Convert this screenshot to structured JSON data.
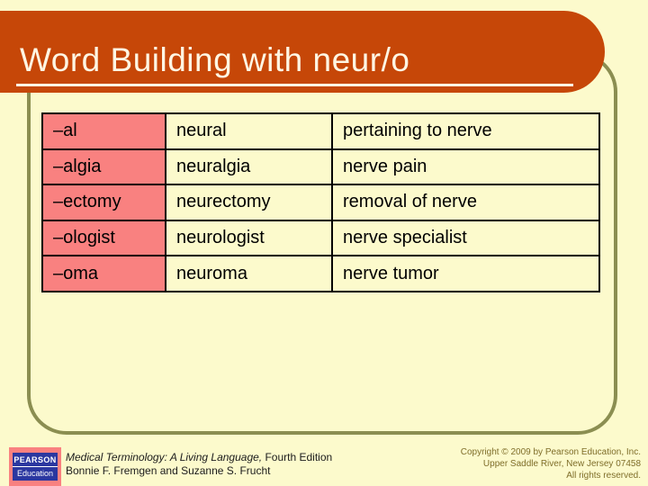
{
  "slide": {
    "title": "Word Building with neur/o"
  },
  "table": {
    "rows": [
      {
        "suffix": "–al",
        "term": "neural",
        "meaning": "pertaining to nerve"
      },
      {
        "suffix": "–algia",
        "term": "neuralgia",
        "meaning": "nerve pain"
      },
      {
        "suffix": "–ectomy",
        "term": "neurectomy",
        "meaning": "removal of nerve"
      },
      {
        "suffix": "–ologist",
        "term": "neurologist",
        "meaning": "nerve specialist"
      },
      {
        "suffix": "–oma",
        "term": "neuroma",
        "meaning": "nerve tumor"
      }
    ]
  },
  "footer": {
    "logo": {
      "line1": "PEARSON",
      "line2": "Education"
    },
    "book_title_italic": "Medical Terminology: A Living Language,",
    "book_title_regular": " Fourth Edition",
    "authors": "Bonnie F. Fremgen and Suzanne S. Frucht",
    "copyright_line1": "Copyright © 2009 by Pearson Education, Inc.",
    "copyright_line2": "Upper Saddle River, New Jersey 07458",
    "copyright_line3": "All rights reserved."
  },
  "colors": {
    "background": "#FCFACC",
    "title_bar_orange": "#C64708",
    "title_text_cream": "#FFF6E3",
    "suffix_cell_pink": "#F98180",
    "frame_olive": "#8B8E51",
    "logo_blue": "#2B37A0",
    "copyright_text": "#7F6E2A",
    "table_border": "#000000"
  }
}
